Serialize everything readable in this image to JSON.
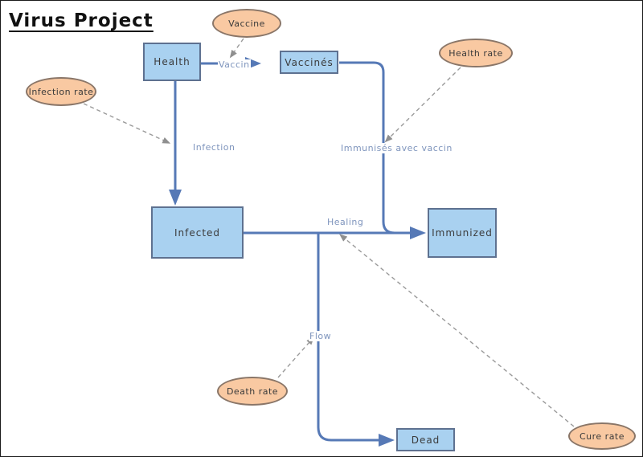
{
  "title": "Virus Project",
  "stocks": {
    "health": {
      "label": "Health"
    },
    "vaccines": {
      "label": "Vaccinés"
    },
    "infected": {
      "label": "Infected"
    },
    "immunized": {
      "label": "Immunized"
    },
    "dead": {
      "label": "Dead"
    }
  },
  "variables": {
    "vaccine": {
      "label": "Vaccine"
    },
    "infection_rate": {
      "label": "Infection rate"
    },
    "health_rate": {
      "label": "Health rate"
    },
    "death_rate": {
      "label": "Death rate"
    },
    "cure_rate": {
      "label": "Cure rate"
    }
  },
  "flows": {
    "vaccin": {
      "label": "Vaccin"
    },
    "infection": {
      "label": "Infection"
    },
    "immunises": {
      "label": "Immunisés avec vaccin"
    },
    "healing": {
      "label": "Healing"
    },
    "flow": {
      "label": "Flow"
    }
  },
  "colors": {
    "stock_fill": "#a9d1f0",
    "stock_border": "#5e7190",
    "variable_fill": "#f9c9a2",
    "variable_border": "#8a7668",
    "flow_line": "#5679b6",
    "flow_label_text": "#7f95bd",
    "dashed_connector": "#9a9a9a",
    "node_text": "#3b3b3b",
    "title_text": "#111111"
  }
}
